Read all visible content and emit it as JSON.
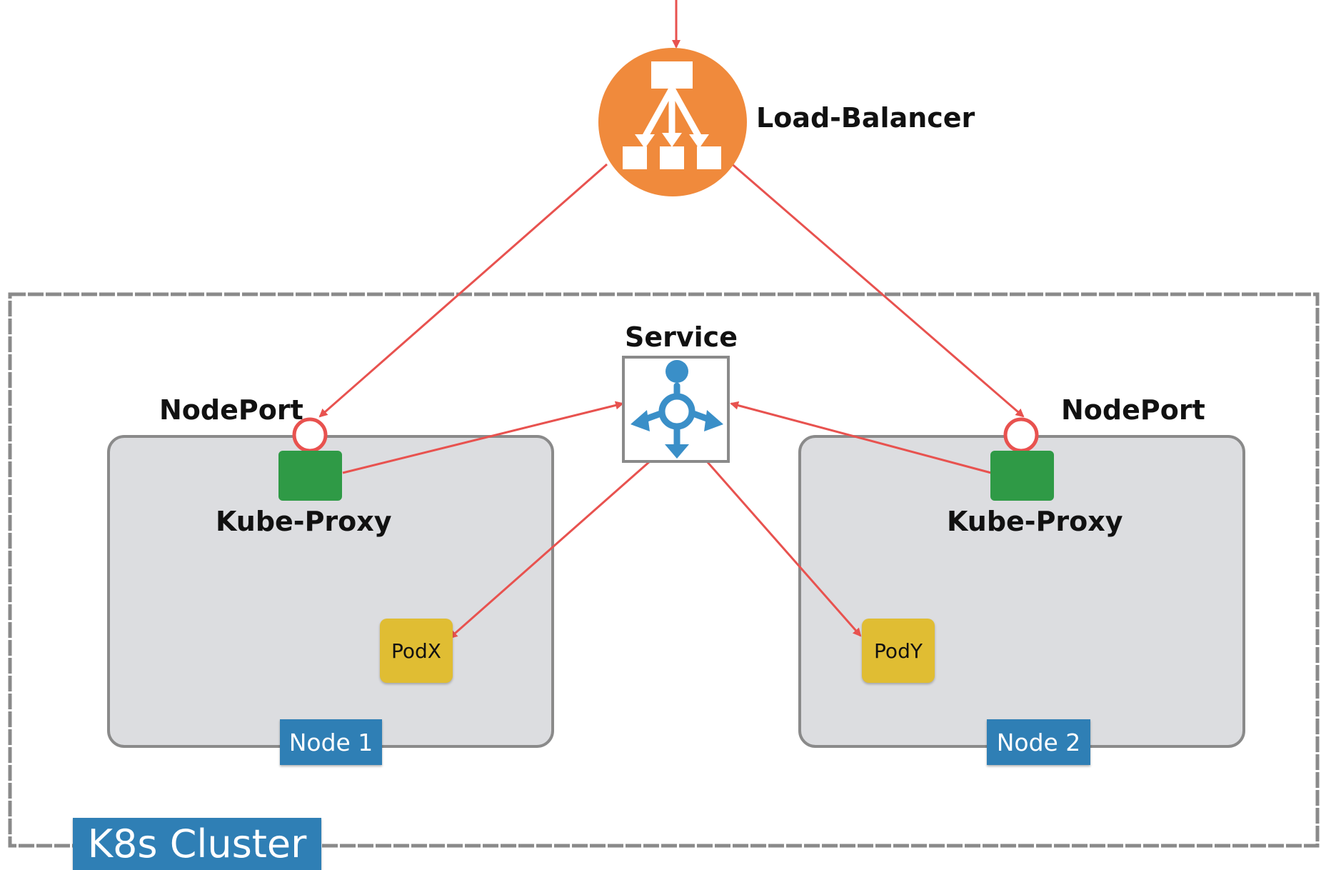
{
  "diagram": {
    "load_balancer": {
      "label": "Load-Balancer",
      "icon": "load-balancer-icon",
      "color": "#f08a3c"
    },
    "service": {
      "label": "Service",
      "icon": "service-icon",
      "color": "#3a8fc8"
    },
    "nodes": [
      {
        "tag": "Node 1",
        "nodeport_label": "NodePort",
        "proxy_label": "Kube-Proxy",
        "pod_label": "PodX"
      },
      {
        "tag": "Node 2",
        "nodeport_label": "NodePort",
        "proxy_label": "Kube-Proxy",
        "pod_label": "PodY"
      }
    ],
    "cluster": {
      "label": "K8s Cluster"
    },
    "colors": {
      "arrow": "#e8524f",
      "node_fill": "#dcdde0",
      "node_border": "#8a8a8a",
      "cluster_border": "#8a8a8a",
      "proxy": "#2f9a46",
      "pod": "#e0bd33",
      "tag": "#2f7fb5"
    }
  }
}
